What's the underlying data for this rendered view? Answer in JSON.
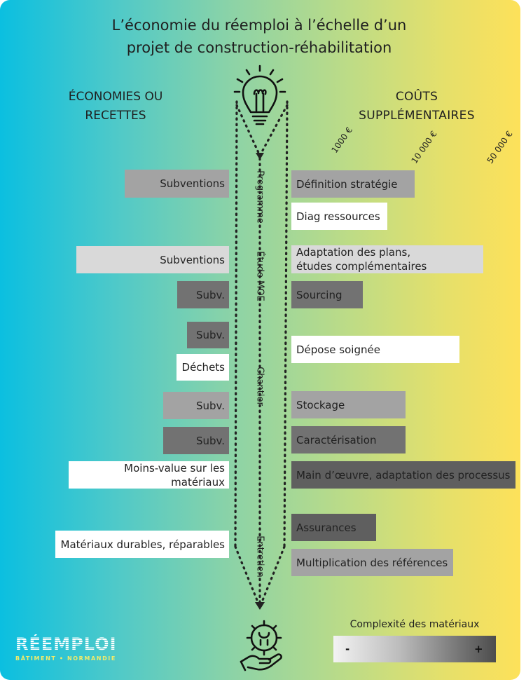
{
  "title": {
    "line1": "L’économie du réemploi à l’échelle d’un",
    "line2": "projet de construction-réhabilitation"
  },
  "left_header": {
    "line1": "ÉCONOMIES OU",
    "line2": "RECETTES"
  },
  "right_header": {
    "line1": "COÛTS",
    "line2": "SUPPLÉMENTAIRES"
  },
  "scale_labels": [
    "1000 €",
    "10 000 €",
    "50 000 €"
  ],
  "phases": [
    "Programme",
    "Étude MOE",
    "Chantier",
    "Entretien"
  ],
  "left_items": [
    {
      "label": "Subventions",
      "shade": "mid"
    },
    {
      "label": "Subventions",
      "shade": "light"
    },
    {
      "label": "Subv.",
      "shade": "dark"
    },
    {
      "label": "Subv.",
      "shade": "dark"
    },
    {
      "label": "Déchets",
      "shade": "white"
    },
    {
      "label": "Subv.",
      "shade": "mid"
    },
    {
      "label": "Subv.",
      "shade": "dark"
    },
    {
      "label": "Moins-value sur les matériaux",
      "shade": "white"
    },
    {
      "label": "Matériaux durables, réparables",
      "shade": "white"
    }
  ],
  "right_items": [
    {
      "label": "Définition stratégie",
      "shade": "mid"
    },
    {
      "label": "Diag ressources",
      "shade": "white"
    },
    {
      "label_line1": "Adaptation des plans,",
      "label_line2": "études complémentaires",
      "shade": "light"
    },
    {
      "label": "Sourcing",
      "shade": "dark"
    },
    {
      "label": "Dépose soignée",
      "shade": "white"
    },
    {
      "label": "Stockage",
      "shade": "mid"
    },
    {
      "label": "Caractérisation",
      "shade": "dark"
    },
    {
      "label": "Main d’œuvre, adaptation des processus",
      "shade": "darker"
    },
    {
      "label": "Assurances",
      "shade": "darker"
    },
    {
      "label": "Multiplication des références",
      "shade": "mid"
    }
  ],
  "legend": {
    "title": "Complexité des matériaux",
    "low": "-",
    "high": "+"
  },
  "logo": {
    "name": "RÉEMPLOI",
    "tagline": "BÂTIMENT • NORMANDIE"
  },
  "colors": {
    "white": "#ffffff",
    "light": "#d9d9d9",
    "mid": "#a3a3a3",
    "dark": "#727272",
    "darker": "#5f5f5f"
  }
}
